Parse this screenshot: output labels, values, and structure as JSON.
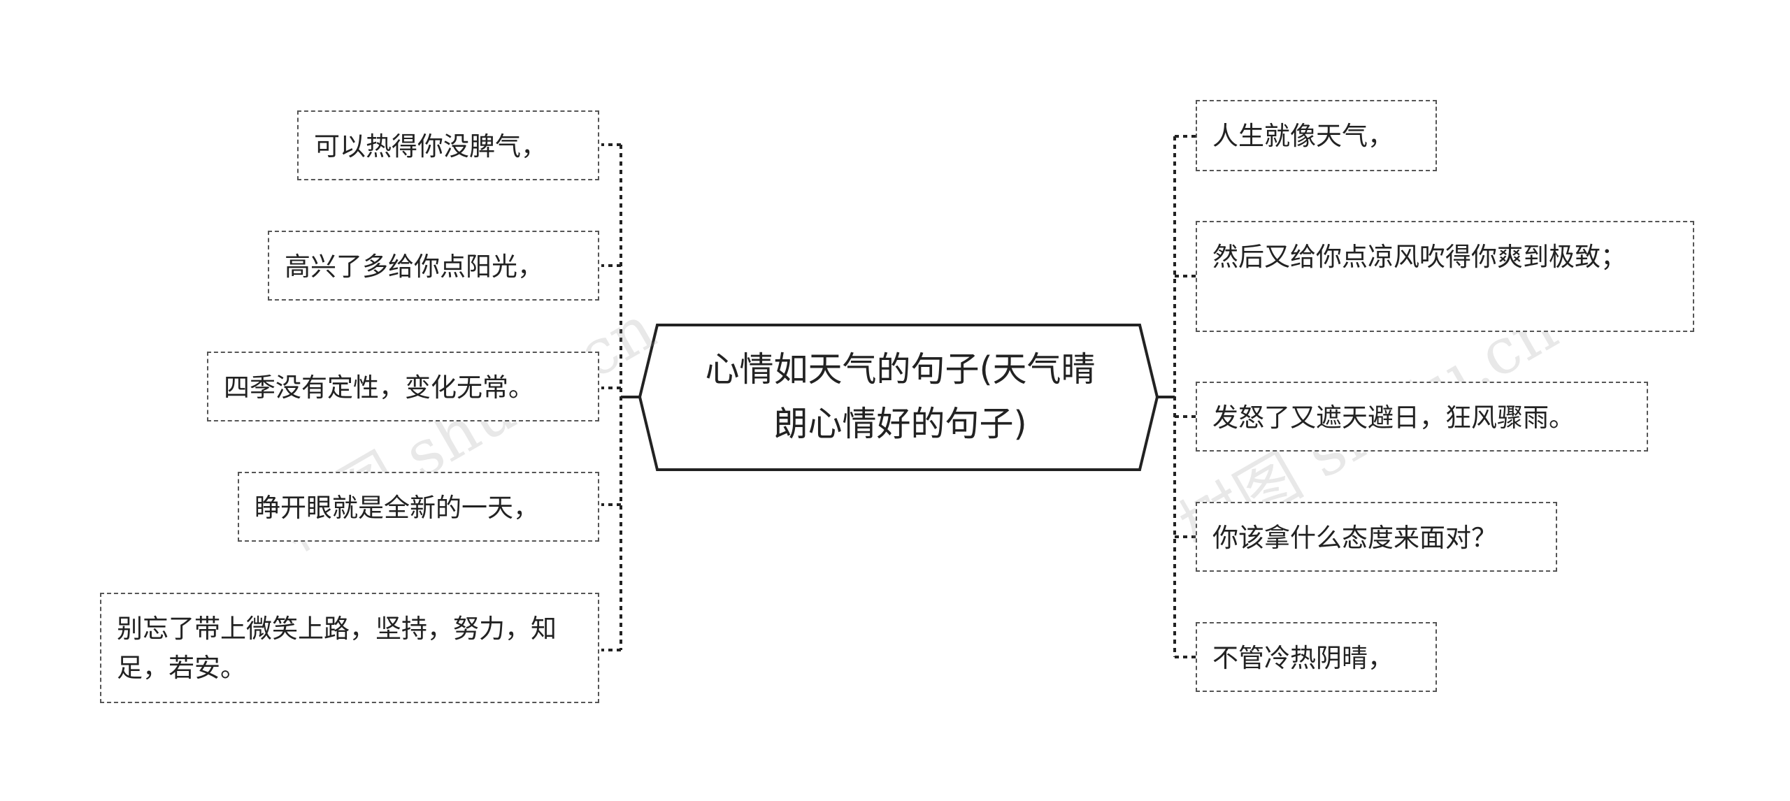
{
  "center": {
    "line1": "心情如天气的句子(天气晴",
    "line2": "朗心情好的句子)"
  },
  "left_branches": [
    {
      "text": "可以热得你没脾气，"
    },
    {
      "text": "高兴了多给你点阳光，"
    },
    {
      "text": "四季没有定性，变化无常。"
    },
    {
      "text": "睁开眼就是全新的一天，"
    },
    {
      "text": "别忘了带上微笑上路，坚持，努力，知足，若安。"
    }
  ],
  "right_branches": [
    {
      "text": "人生就像天气，"
    },
    {
      "text": "然后又给你点凉风吹得你爽到极致；"
    },
    {
      "text": "发怒了又遮天避日，狂风骤雨。"
    },
    {
      "text": "你该拿什么态度来面对？"
    },
    {
      "text": "不管冷热阴晴，"
    }
  ],
  "watermarks": [
    "树图 shutu.cn",
    "树图 shutu.cn"
  ]
}
